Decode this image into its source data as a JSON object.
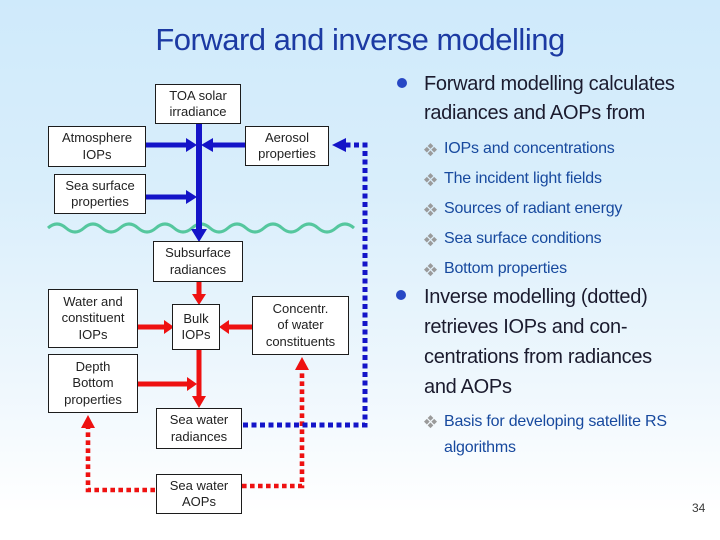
{
  "slide": {
    "title": "Forward and inverse modelling",
    "page_number": "34"
  },
  "colors": {
    "title_text": "#1c3aa3",
    "forward_solid_arrows_atmosphere": "#1414c8",
    "forward_solid_arrows_ocean": "#ee1111",
    "inverse_dotted_arrows_blue": "#1414c8",
    "inverse_dotted_arrows_red": "#ee1111",
    "sea_surface_wave": "#55c79e",
    "bullet_dot": "#2747c4",
    "bullet_text": "#1b1b2e",
    "sub_bullet_text": "#17499e",
    "sub_bullet_marker": "#9a9a9a"
  },
  "diagram": {
    "boxes": [
      {
        "id": "toa-solar-irradiance",
        "lines": [
          "TOA solar",
          "irradiance"
        ]
      },
      {
        "id": "atmosphere-iops",
        "lines": [
          "Atmosphere",
          "IOPs"
        ]
      },
      {
        "id": "aerosol-properties",
        "lines": [
          "Aerosol",
          "properties"
        ]
      },
      {
        "id": "sea-surface-properties",
        "lines": [
          "Sea surface",
          "properties"
        ]
      },
      {
        "id": "subsurface-radiances",
        "lines": [
          "Subsurface",
          "radiances"
        ]
      },
      {
        "id": "water-and-constituent-iops",
        "lines": [
          "Water and",
          "constituent",
          "IOPs"
        ]
      },
      {
        "id": "bulk-iops",
        "lines": [
          "Bulk",
          "IOPs"
        ]
      },
      {
        "id": "concentr-of-water-constituents",
        "lines": [
          "Concentr.",
          "of water",
          "constituents"
        ]
      },
      {
        "id": "depth-bottom-properties",
        "lines": [
          "Depth",
          "Bottom",
          "properties"
        ]
      },
      {
        "id": "sea-water-radiances",
        "lines": [
          "Sea water",
          "radiances"
        ]
      },
      {
        "id": "sea-water-aops",
        "lines": [
          "Sea water",
          "AOPs"
        ]
      }
    ]
  },
  "right_panel": {
    "bullets": [
      {
        "lines": [
          "Forward modelling calculates",
          "radiances and AOPs from"
        ],
        "subitems": [
          {
            "lines": [
              "IOPs and concentrations"
            ]
          },
          {
            "lines": [
              "The incident light fields"
            ]
          },
          {
            "lines": [
              "Sources of radiant energy"
            ]
          },
          {
            "lines": [
              "Sea surface conditions"
            ]
          },
          {
            "lines": [
              "Bottom properties"
            ]
          }
        ]
      },
      {
        "lines": [
          "Inverse modelling (dotted)",
          "retrieves IOPs and con-",
          "centrations from radiances",
          "and AOPs"
        ],
        "subitems": [
          {
            "lines": [
              "Basis for developing satellite  RS",
              "algorithms"
            ]
          }
        ]
      }
    ]
  }
}
